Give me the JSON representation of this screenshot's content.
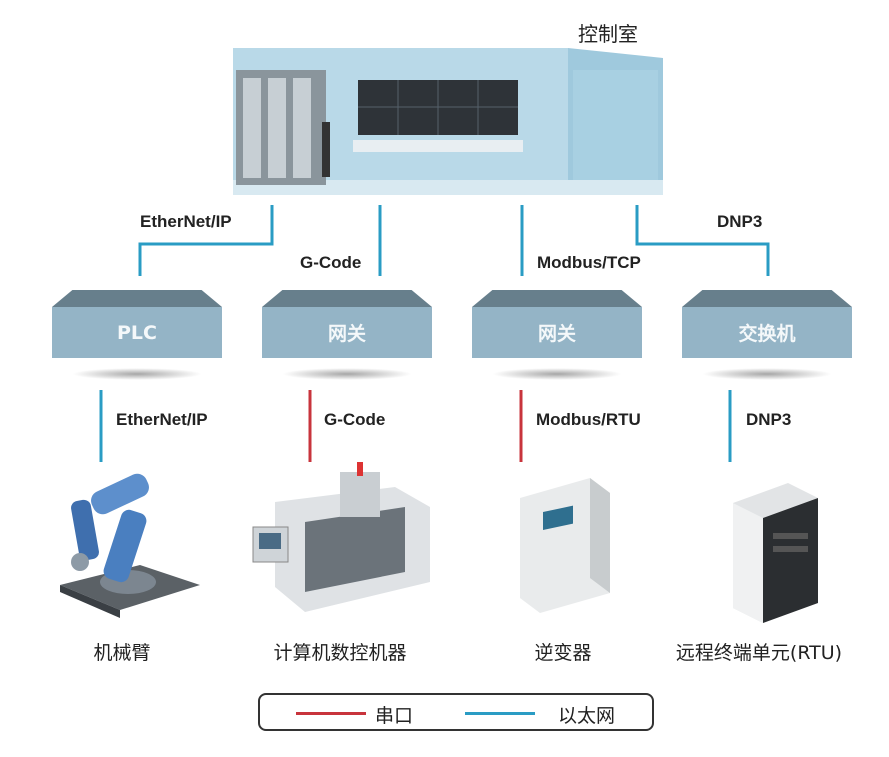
{
  "control_room": {
    "title": "控制室"
  },
  "upper_links": [
    {
      "label": "EtherNet/IP",
      "type": "ethernet"
    },
    {
      "label": "G-Code",
      "type": "ethernet"
    },
    {
      "label": "Modbus/TCP",
      "type": "ethernet"
    },
    {
      "label": "DNP3",
      "type": "ethernet"
    }
  ],
  "nodes": [
    {
      "label": "PLC"
    },
    {
      "label": "网关"
    },
    {
      "label": "网关"
    },
    {
      "label": "交换机"
    }
  ],
  "lower_links": [
    {
      "label": "EtherNet/IP",
      "type": "ethernet"
    },
    {
      "label": "G-Code",
      "type": "serial"
    },
    {
      "label": "Modbus/RTU",
      "type": "serial"
    },
    {
      "label": "DNP3",
      "type": "ethernet"
    }
  ],
  "devices": [
    {
      "label": "机械臂",
      "icon": "robot-arm-icon"
    },
    {
      "label": "计算机数控机器",
      "icon": "cnc-machine-icon"
    },
    {
      "label": "逆变器",
      "icon": "inverter-icon"
    },
    {
      "label": "远程终端单元(RTU)",
      "icon": "rtu-icon"
    }
  ],
  "legend": {
    "serial": {
      "label": "串口",
      "color": "#c8343c"
    },
    "ethernet": {
      "label": "以太网",
      "color": "#2a9cc4"
    }
  }
}
